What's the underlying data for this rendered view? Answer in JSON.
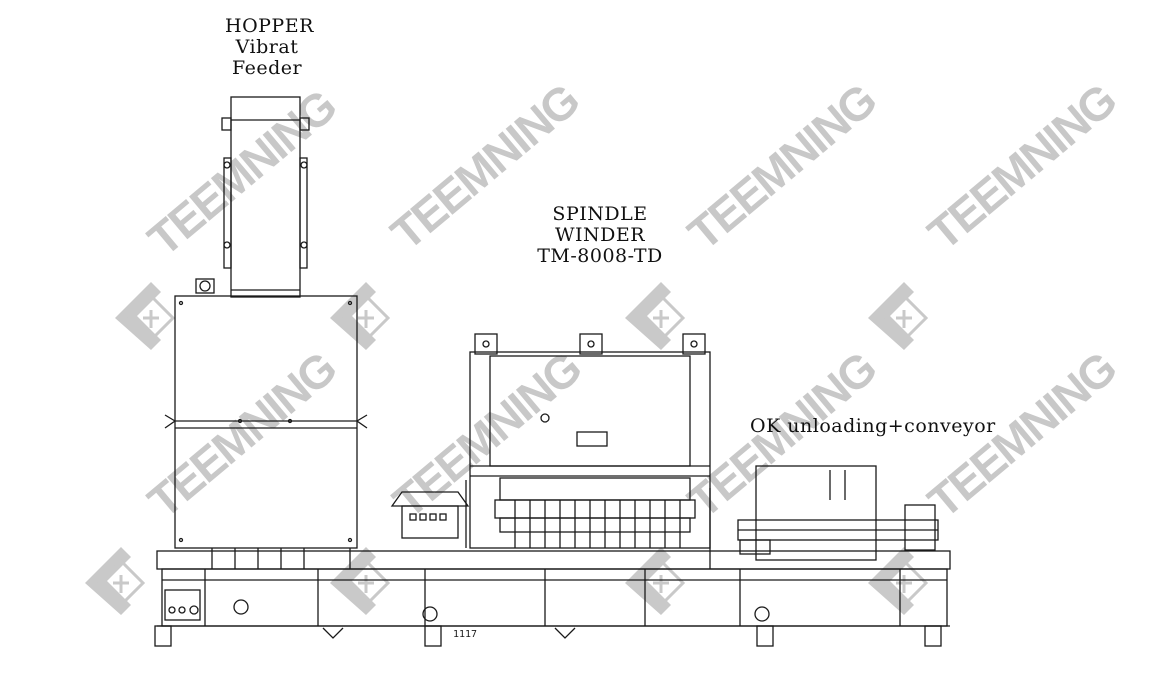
{
  "labels": {
    "hopper": [
      "HOPPER",
      "Vibrat",
      "Feeder"
    ],
    "winder": [
      "SPINDLE",
      "WINDER",
      "TM-8008-TD"
    ],
    "conveyor": "OK unloading+conveyor",
    "base_mark": "1117"
  },
  "watermark": {
    "text": "TEEMNING",
    "color": "#c8c8c8"
  },
  "colors": {
    "line": "#1a1a1a",
    "background": "#ffffff"
  }
}
